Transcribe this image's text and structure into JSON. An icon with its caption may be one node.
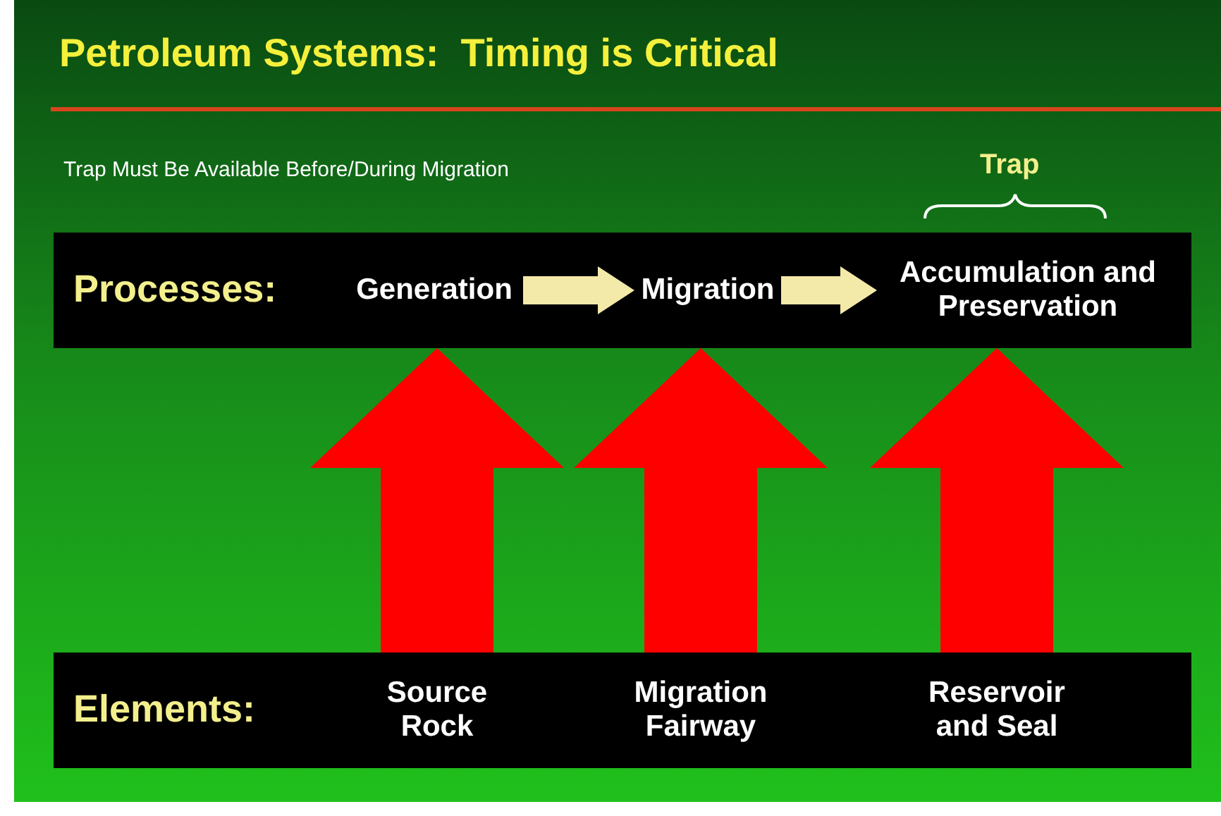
{
  "diagram": {
    "title": "Petroleum Systems:  Timing is Critical",
    "nodes": [
      {
        "text": [
          "Processes:"
        ]
      },
      {
        "text": [
          "Generation"
        ],
        "in": 0
      },
      {
        "text": [
          "Migration"
        ],
        "in": 0
      },
      {
        "text": [
          "Accumulation and Preservation"
        ],
        "in": 0
      },
      {
        "text": [
          "Elements:"
        ]
      },
      {
        "text": [
          "Source Rock"
        ],
        "in": 4
      },
      {
        "text": [
          "Migration Fairway"
        ],
        "in": 4
      },
      {
        "text": [
          "Reservoir and Seal"
        ],
        "in": 4
      }
    ],
    "edges": [
      {
        "from": 1,
        "to": 2,
        "arrow": "to",
        "style": "thick",
        "color": "#f3e9a8"
      },
      {
        "from": 2,
        "to": 3,
        "arrow": "to",
        "style": "thick",
        "color": "#f3e9a8"
      },
      {
        "from": 5,
        "to": 1,
        "arrow": "to",
        "style": "thick",
        "color": "#ff0000"
      },
      {
        "from": 6,
        "to": 2,
        "arrow": "to",
        "style": "thick",
        "color": "#ff0000"
      },
      {
        "from": 7,
        "to": 3,
        "arrow": "to",
        "style": "thick",
        "color": "#ff0000"
      }
    ],
    "labels": [
      "Trap Must Be Available Before/During Migration",
      "Trap"
    ]
  }
}
